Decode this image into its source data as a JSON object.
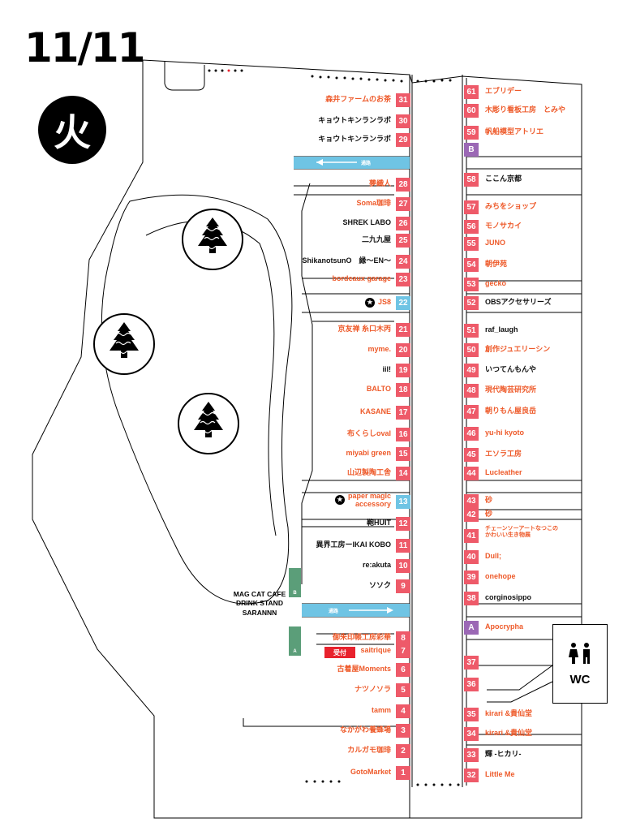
{
  "date": "11/11",
  "weekday": "火",
  "passage_label": "通路",
  "cafe": [
    "MAG CAT CAFE",
    "DRINK STAND",
    "SARANNN"
  ],
  "reception": "受付",
  "wc": "WC",
  "exit_a": "A",
  "exit_b": "B",
  "colors": {
    "booth_red": "#ee5a69",
    "booth_blue": "#6fc4e4",
    "booth_purple": "#9b68b5",
    "text_orange": "#ee5a2a",
    "exit_green": "#5b9e79",
    "passage_blue": "#6fc4e4"
  },
  "icons": [
    "christmas-tree-icon",
    "star-icon",
    "restroom-icon",
    "arrow-left-icon",
    "arrow-right-icon"
  ],
  "left_booths": [
    {
      "num": "31",
      "name": "森井ファームのお茶",
      "color": "orange"
    },
    {
      "num": "30",
      "name": "キョウトキンランラボ",
      "color": "black"
    },
    {
      "num": "29",
      "name": "キョウトキンランラボ",
      "color": "black"
    },
    {
      "num": "28",
      "name": "夢織人",
      "color": "orange"
    },
    {
      "num": "27",
      "name": "Soma珈琲",
      "color": "orange"
    },
    {
      "num": "26",
      "name": "SHREK LABO",
      "color": "black"
    },
    {
      "num": "25",
      "name": "二九九屋",
      "color": "black"
    },
    {
      "num": "24",
      "name": "ShikanotsunO　縁〜EN〜",
      "color": "black"
    },
    {
      "num": "23",
      "name": "bordeaux garage",
      "color": "orange"
    },
    {
      "num": "22",
      "name": "JS8",
      "color": "orange",
      "blue": true,
      "star": true
    },
    {
      "num": "21",
      "name": "京友禅 糸口木丙",
      "color": "orange"
    },
    {
      "num": "20",
      "name": "myme.",
      "color": "orange"
    },
    {
      "num": "19",
      "name": "iil!",
      "color": "black"
    },
    {
      "num": "18",
      "name": "BALTO",
      "color": "orange"
    },
    {
      "num": "17",
      "name": "KASANE",
      "color": "orange"
    },
    {
      "num": "16",
      "name": "布くらしoval",
      "color": "orange"
    },
    {
      "num": "15",
      "name": "miyabi green",
      "color": "orange"
    },
    {
      "num": "14",
      "name": "山辺製陶工舎",
      "color": "orange"
    },
    {
      "num": "13",
      "name": "paper magic\naccessory",
      "color": "orange",
      "blue": true,
      "star": true
    },
    {
      "num": "12",
      "name": "鞄HUIT",
      "color": "black"
    },
    {
      "num": "11",
      "name": "異界工房ーIKAI KOBO",
      "color": "black"
    },
    {
      "num": "10",
      "name": "re:akuta",
      "color": "black"
    },
    {
      "num": "9",
      "name": "ソソク",
      "color": "black"
    },
    {
      "num": "8",
      "name": "御朱印帳工房彩華",
      "color": "orange"
    },
    {
      "num": "7",
      "name": "saitrique",
      "color": "orange"
    },
    {
      "num": "6",
      "name": "古着屋Moments",
      "color": "orange"
    },
    {
      "num": "5",
      "name": "ナツノソラ",
      "color": "orange"
    },
    {
      "num": "4",
      "name": "tamm",
      "color": "orange"
    },
    {
      "num": "3",
      "name": "なかがわ養蜂場",
      "color": "orange"
    },
    {
      "num": "2",
      "name": "カルガモ珈琲",
      "color": "orange"
    },
    {
      "num": "1",
      "name": "GotoMarket",
      "color": "orange"
    }
  ],
  "right_booths": [
    {
      "num": "61",
      "name": "エブリデー",
      "color": "orange"
    },
    {
      "num": "60",
      "name": "木彫り看板工房　とみや",
      "color": "orange"
    },
    {
      "num": "59",
      "name": "帆船模型アトリエ",
      "color": "orange"
    },
    {
      "num": "B",
      "name": "",
      "color": "orange",
      "purple": true
    },
    {
      "num": "58",
      "name": "ここん京都",
      "color": "black"
    },
    {
      "num": "57",
      "name": "みちをショップ",
      "color": "orange"
    },
    {
      "num": "56",
      "name": "モノサカイ",
      "color": "orange"
    },
    {
      "num": "55",
      "name": "JUNO",
      "color": "orange"
    },
    {
      "num": "54",
      "name": "朝伊苑",
      "color": "orange"
    },
    {
      "num": "53",
      "name": "gecko",
      "color": "orange"
    },
    {
      "num": "52",
      "name": "OBSアクセサリーズ",
      "color": "black"
    },
    {
      "num": "51",
      "name": "raf_laugh",
      "color": "black"
    },
    {
      "num": "50",
      "name": "創作ジュエリーシン",
      "color": "orange"
    },
    {
      "num": "49",
      "name": "いつてんもんや",
      "color": "black"
    },
    {
      "num": "48",
      "name": "現代陶芸研究所",
      "color": "orange"
    },
    {
      "num": "47",
      "name": "朝りもん屋良岳",
      "color": "orange"
    },
    {
      "num": "46",
      "name": "yu-hi kyoto",
      "color": "orange"
    },
    {
      "num": "45",
      "name": "エソラ工房",
      "color": "orange"
    },
    {
      "num": "44",
      "name": "Lucleather",
      "color": "orange"
    },
    {
      "num": "43",
      "name": "砂",
      "color": "orange"
    },
    {
      "num": "42",
      "name": "砂",
      "color": "orange"
    },
    {
      "num": "41",
      "name": "チェーンソーアートなつこの\nかわいい生き物展",
      "color": "orange"
    },
    {
      "num": "40",
      "name": "Dull;",
      "color": "orange"
    },
    {
      "num": "39",
      "name": "onehope",
      "color": "orange"
    },
    {
      "num": "38",
      "name": "corginosippo",
      "color": "black"
    },
    {
      "num": "A",
      "name": "Apocrypha",
      "color": "orange",
      "purple": true
    },
    {
      "num": "37",
      "name": "",
      "color": "orange"
    },
    {
      "num": "36",
      "name": "",
      "color": "orange"
    },
    {
      "num": "35",
      "name": "kirari &貴仙堂",
      "color": "orange"
    },
    {
      "num": "34",
      "name": "kirari &貴仙堂",
      "color": "orange"
    },
    {
      "num": "33",
      "name": "輝 -ヒカリ-",
      "color": "black"
    },
    {
      "num": "32",
      "name": "Little Me",
      "color": "orange"
    }
  ]
}
